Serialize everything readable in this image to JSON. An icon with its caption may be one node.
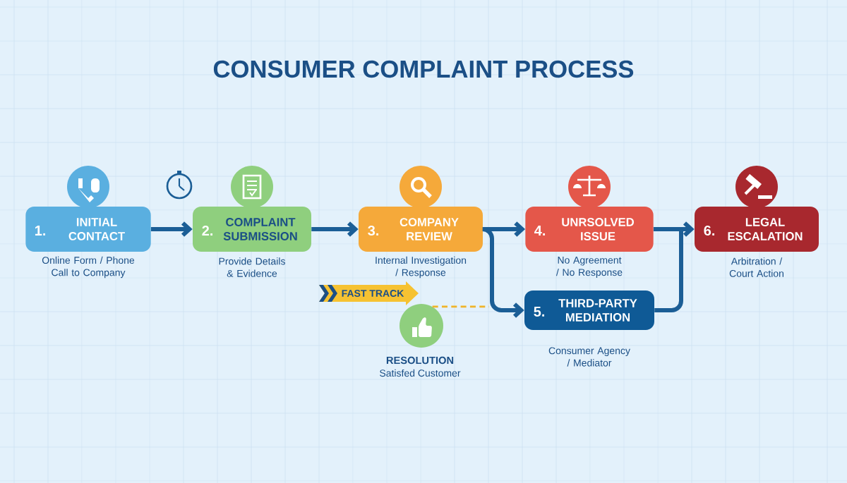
{
  "diagram": {
    "title": "CONSUMER COMPLAINT PROCESS",
    "nodes": [
      {
        "text": [
          "1.",
          "INITIAL CONTACT"
        ],
        "beside": [
          "Online Form / Phone Call to Company"
        ]
      },
      {
        "text": [
          "2.",
          "COMPLAINT SUBMISSION"
        ],
        "beside": [
          "Provide Details & Evidence"
        ]
      },
      {
        "text": [
          "3.",
          "COMPANY REVIEW"
        ],
        "beside": [
          "Internal Investigation / Response"
        ]
      },
      {
        "text": [
          "4.",
          "UNRSOLVED ISSUE"
        ],
        "beside": [
          "No Agreement / No Response"
        ]
      },
      {
        "text": [
          "5.",
          "THIRD-PARTY MEDIATION"
        ],
        "beside": [
          "Consumer Agency / Mediator"
        ]
      },
      {
        "text": [
          "6.",
          "LEGAL ESCALATION"
        ],
        "beside": [
          "Arbitration / Court Action"
        ]
      },
      {
        "text": [
          "RESOLUTION",
          "Satisfed Customer"
        ]
      },
      {
        "text": [
          "FAST TRACK"
        ]
      }
    ],
    "edges": [
      {
        "from": 0,
        "to": 1,
        "arrow": "to"
      },
      {
        "from": 1,
        "to": 2,
        "arrow": "to"
      },
      {
        "from": 2,
        "to": 3,
        "arrow": "to"
      },
      {
        "from": 2,
        "to": 4,
        "arrow": "to"
      },
      {
        "from": 3,
        "to": 5,
        "arrow": "to"
      },
      {
        "from": 4,
        "to": 5,
        "arrow": "to"
      },
      {
        "from": 6,
        "to": null,
        "arrow": "none",
        "style": "dashed",
        "color": "#f0b429"
      }
    ]
  }
}
